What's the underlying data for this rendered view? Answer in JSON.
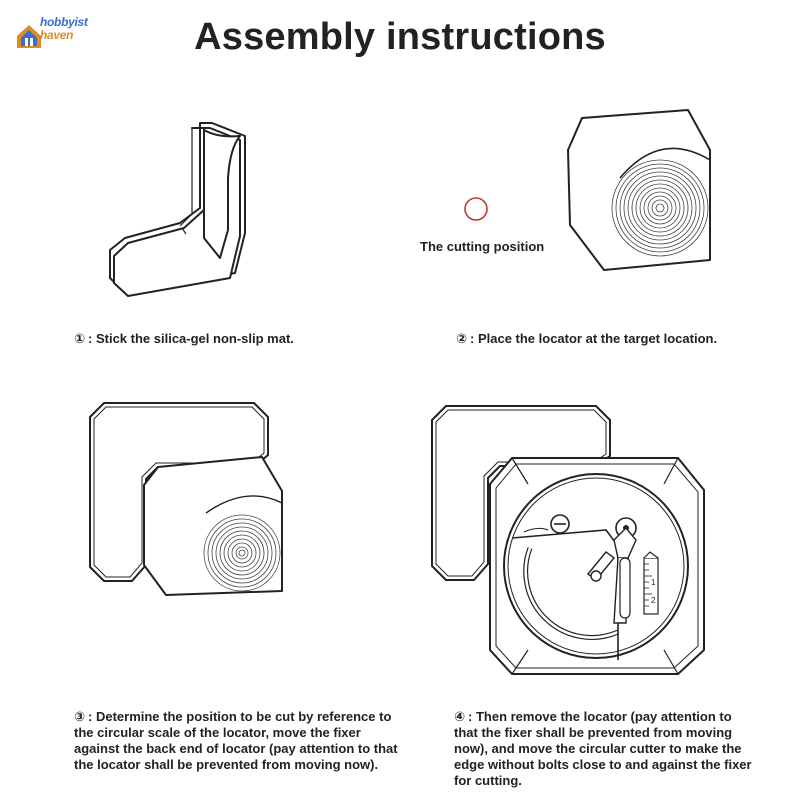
{
  "brand": {
    "line1": "hobbyist",
    "line2": "haven"
  },
  "title": "Assembly instructions",
  "steps": [
    {
      "num": "①",
      "text": ": Stick the silica-gel non-slip mat."
    },
    {
      "num": "②",
      "text": ": Place the locator at the target location."
    },
    {
      "num": "③",
      "text": ": Determine the position to be cut by reference to the circular scale of the locator, move the fixer against the back end of locator (pay attention to that the locator shall be prevented from moving now)."
    },
    {
      "num": "④",
      "text": ": Then remove the locator (pay attention to that the fixer shall be prevented from moving now), and move the circular cutter to make the edge without bolts close to and against the fixer for cutting."
    }
  ],
  "step2_label": "The cutting position",
  "ruler_labels": [
    "1",
    "2"
  ],
  "colors": {
    "target_circle": "#c0392b",
    "logo_blue": "#3a6fc8",
    "logo_orange": "#e08a2a"
  }
}
